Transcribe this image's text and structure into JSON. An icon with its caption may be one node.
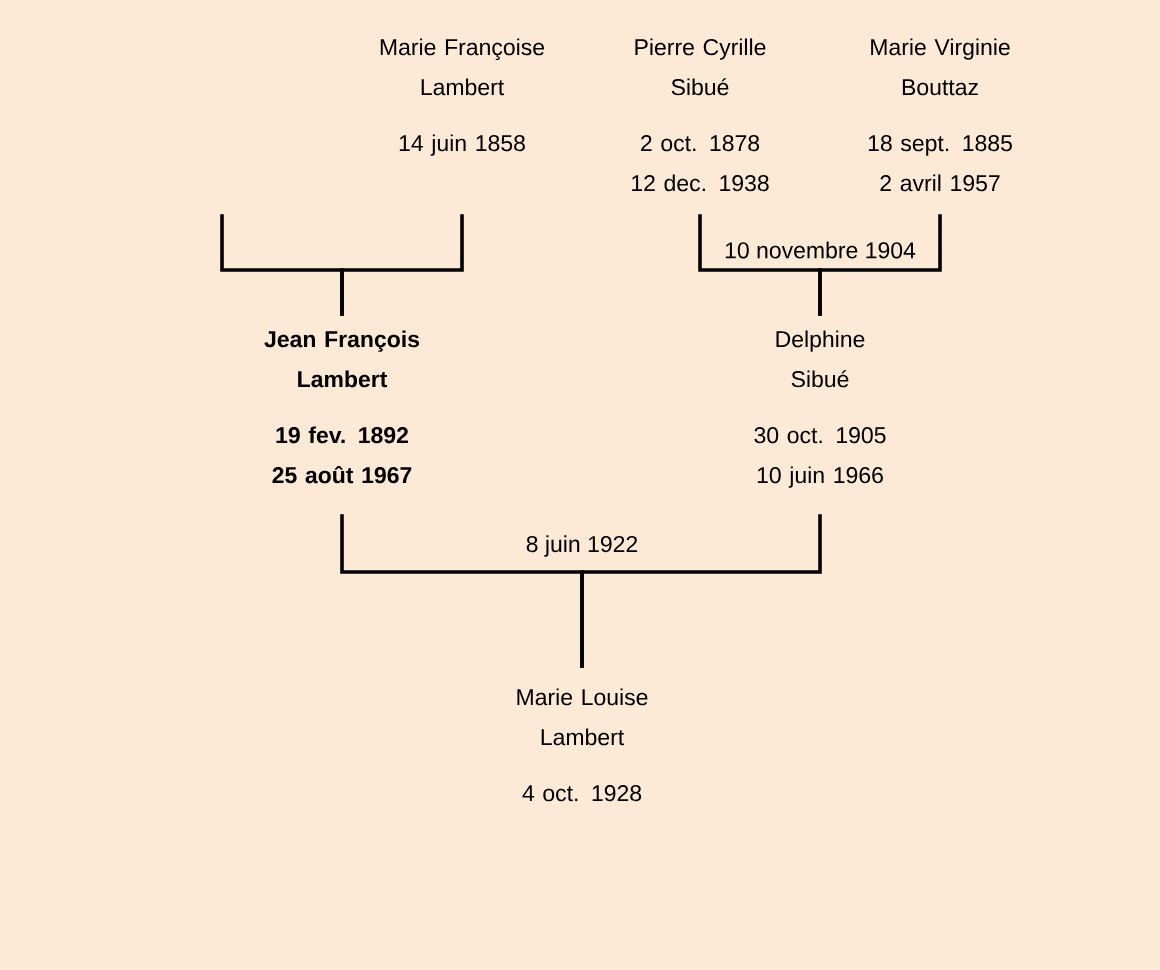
{
  "diagram": {
    "nodes": [
      {
        "text": [
          "Marie Françoise Lambert",
          "14 juin 1858"
        ]
      },
      {
        "text": [
          "Pierre Cyrille Sibué",
          "2 oct. 1878",
          "12 dec. 1938"
        ]
      },
      {
        "text": [
          "Marie Virginie Bouttaz",
          "18 sept. 1885",
          "2 avril 1957"
        ]
      },
      {
        "text": [
          "Jean François Lambert",
          "19 fev. 1892",
          "25 août 1967"
        ]
      },
      {
        "text": [
          "Delphine Sibué",
          "30 oct. 1905",
          "10 juin 1966"
        ]
      },
      {
        "text": [
          "Marie Louise Lambert",
          "4 oct. 1928"
        ]
      }
    ],
    "edges": [
      {
        "from": null,
        "to": 3,
        "arrow": "none"
      },
      {
        "from": 0,
        "to": 3,
        "arrow": "none"
      },
      {
        "from": 1,
        "to": 4,
        "arrow": "none",
        "label": "10 novembre 1904"
      },
      {
        "from": 2,
        "to": 4,
        "arrow": "none"
      },
      {
        "from": 3,
        "to": 5,
        "arrow": "none",
        "label": "8 juin 1922"
      },
      {
        "from": 4,
        "to": 5,
        "arrow": "none"
      }
    ]
  }
}
